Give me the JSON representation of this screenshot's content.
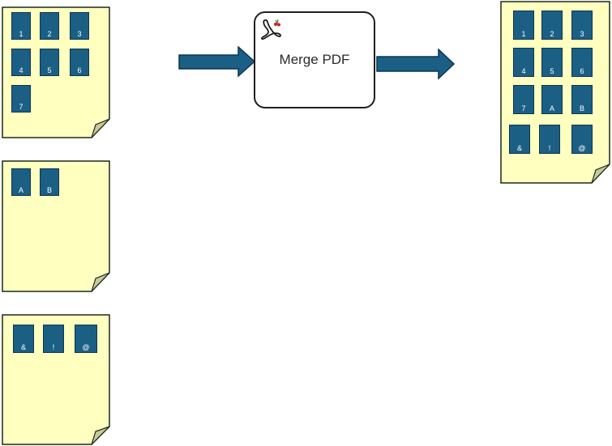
{
  "merge": {
    "label": "Merge PDF",
    "icon": "pdf-cherry-logo-icon"
  },
  "colors": {
    "doc_fill": "#ffffc0",
    "doc_stroke": "#1a2a1a",
    "page_fill": "#1b5f85",
    "arrow_fill": "#1b5f85",
    "fold_fill": "#c8c89a"
  },
  "inputs": [
    {
      "pages": [
        "1",
        "2",
        "3",
        "4",
        "5",
        "6",
        "7"
      ]
    },
    {
      "pages": [
        "A",
        "B"
      ]
    },
    {
      "pages": [
        "&",
        "!",
        "@"
      ]
    }
  ],
  "output": {
    "pages": [
      "1",
      "2",
      "3",
      "4",
      "5",
      "6",
      "7",
      "A",
      "B",
      "&",
      "!",
      "@"
    ]
  }
}
